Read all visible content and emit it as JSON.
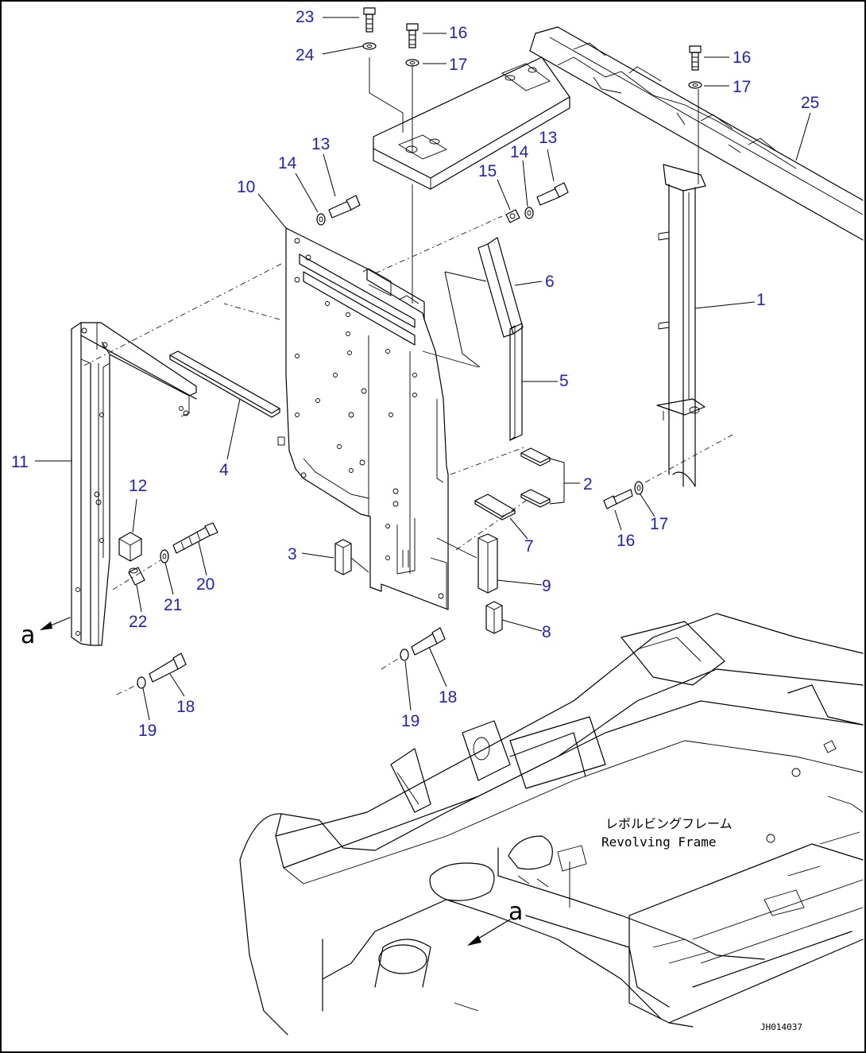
{
  "callouts": [
    {
      "id": "23",
      "label": "23"
    },
    {
      "id": "24",
      "label": "24"
    },
    {
      "id": "16a",
      "label": "16"
    },
    {
      "id": "17a",
      "label": "17"
    },
    {
      "id": "16b",
      "label": "16"
    },
    {
      "id": "17b",
      "label": "17"
    },
    {
      "id": "25",
      "label": "25"
    },
    {
      "id": "13a",
      "label": "13"
    },
    {
      "id": "14a",
      "label": "14"
    },
    {
      "id": "10",
      "label": "10"
    },
    {
      "id": "13b",
      "label": "13"
    },
    {
      "id": "14b",
      "label": "14"
    },
    {
      "id": "15",
      "label": "15"
    },
    {
      "id": "6",
      "label": "6"
    },
    {
      "id": "1",
      "label": "1"
    },
    {
      "id": "5",
      "label": "5"
    },
    {
      "id": "4",
      "label": "4"
    },
    {
      "id": "11",
      "label": "11"
    },
    {
      "id": "2",
      "label": "2"
    },
    {
      "id": "12",
      "label": "12"
    },
    {
      "id": "7",
      "label": "7"
    },
    {
      "id": "16c",
      "label": "16"
    },
    {
      "id": "17c",
      "label": "17"
    },
    {
      "id": "3",
      "label": "3"
    },
    {
      "id": "20",
      "label": "20"
    },
    {
      "id": "9",
      "label": "9"
    },
    {
      "id": "21",
      "label": "21"
    },
    {
      "id": "22",
      "label": "22"
    },
    {
      "id": "8",
      "label": "8"
    },
    {
      "id": "18a",
      "label": "18"
    },
    {
      "id": "18b",
      "label": "18"
    },
    {
      "id": "19a",
      "label": "19"
    },
    {
      "id": "19b",
      "label": "19"
    }
  ],
  "view_marks": {
    "left": "a",
    "frame": "a"
  },
  "frame_label": {
    "jp": "レボルビングフレーム",
    "en": "Revolving Frame"
  },
  "drawing_code": "JH014037",
  "colors": {
    "callout": "#1f1fd0",
    "line": "#000000"
  }
}
